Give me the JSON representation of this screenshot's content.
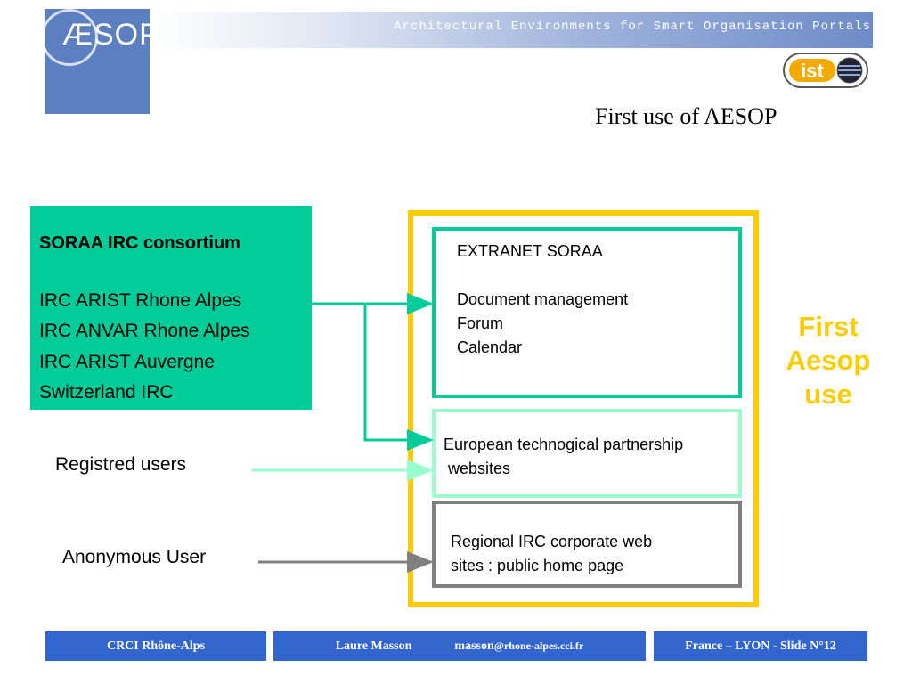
{
  "header": {
    "logo_text": "ÆSOP",
    "tagline": "Architectural Environments for Smart Organisation Portals",
    "partner_logo_text": "ist"
  },
  "slide": {
    "title": "First use of AESOP"
  },
  "consortium": {
    "heading": "SORAA IRC consortium",
    "items": [
      "IRC ARIST Rhone Alpes",
      "IRC ANVAR Rhone Alpes",
      "IRC ARIST Auvergne",
      "Switzerland IRC"
    ]
  },
  "extranet": {
    "title": "EXTRANET SORAA",
    "items": [
      "Document management",
      "Forum",
      "Calendar"
    ]
  },
  "partnership": {
    "line1": "European technogical partnership",
    "line2": " websites"
  },
  "corporate": {
    "line1": "Regional IRC corporate web",
    "line2": "sites : public home page"
  },
  "first_use": {
    "line1": "First",
    "line2": "Aesop",
    "line3": "use"
  },
  "users": {
    "registered": "Registred users",
    "anonymous": "Anonymous User"
  },
  "footer": {
    "org": "CRCI Rhône-Alps",
    "author": "Laure Masson",
    "email_user": "masson",
    "email_domain": "@rhone-alpes.cci.fr",
    "location": "France – LYON - Slide N°12"
  },
  "colors": {
    "green": "#00cc99",
    "light_green": "#99ffcc",
    "yellow": "#ffcc00",
    "grey": "#808080",
    "footer_blue": "#3366cc",
    "header_blue": "#5b7fc0"
  }
}
